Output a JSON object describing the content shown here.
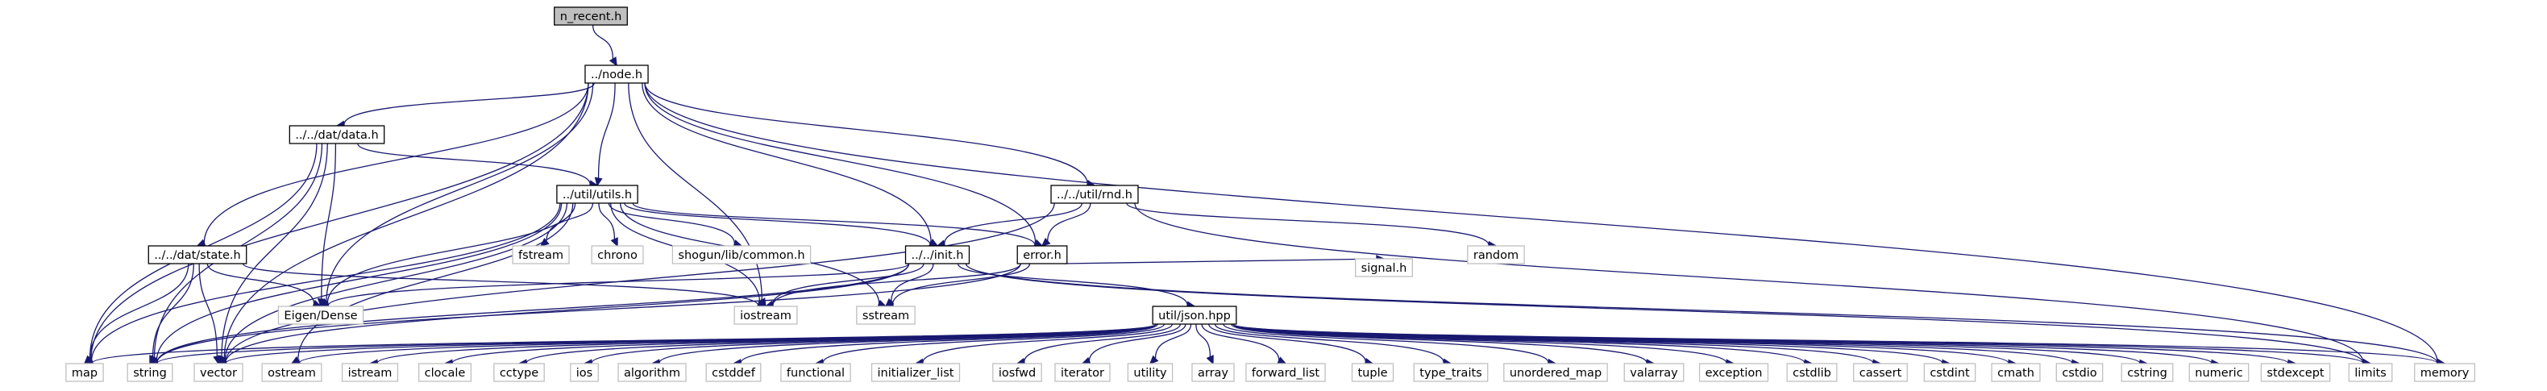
{
  "graph": {
    "edge_color": "#191970",
    "root_fill": "#bfbfbf",
    "external_border": "#bfbfbf",
    "nodes": {
      "n_recent": {
        "label": "n_recent.h",
        "kind": "root"
      },
      "node": {
        "label": "../node.h",
        "kind": "local"
      },
      "data": {
        "label": "../../dat/data.h",
        "kind": "local"
      },
      "utils": {
        "label": "../util/utils.h",
        "kind": "local"
      },
      "rnd": {
        "label": "../../util/rnd.h",
        "kind": "local"
      },
      "state": {
        "label": "../../dat/state.h",
        "kind": "local"
      },
      "init": {
        "label": "../../init.h",
        "kind": "local"
      },
      "error": {
        "label": "error.h",
        "kind": "local"
      },
      "json": {
        "label": "util/json.hpp",
        "kind": "local"
      },
      "fstream": {
        "label": "fstream",
        "kind": "system"
      },
      "chrono": {
        "label": "chrono",
        "kind": "system"
      },
      "shogun": {
        "label": "shogun/lib/common.h",
        "kind": "system"
      },
      "random": {
        "label": "random",
        "kind": "system"
      },
      "signal": {
        "label": "signal.h",
        "kind": "system"
      },
      "eigen": {
        "label": "Eigen/Dense",
        "kind": "system"
      },
      "iostream": {
        "label": "iostream",
        "kind": "system"
      },
      "sstream": {
        "label": "sstream",
        "kind": "system"
      },
      "map": {
        "label": "map",
        "kind": "system"
      },
      "string": {
        "label": "string",
        "kind": "system"
      },
      "vector": {
        "label": "vector",
        "kind": "system"
      },
      "ostream": {
        "label": "ostream",
        "kind": "system"
      },
      "istream": {
        "label": "istream",
        "kind": "system"
      },
      "clocale": {
        "label": "clocale",
        "kind": "system"
      },
      "cctype": {
        "label": "cctype",
        "kind": "system"
      },
      "ios": {
        "label": "ios",
        "kind": "system"
      },
      "algorithm": {
        "label": "algorithm",
        "kind": "system"
      },
      "cstddef": {
        "label": "cstddef",
        "kind": "system"
      },
      "functional": {
        "label": "functional",
        "kind": "system"
      },
      "initializer_list": {
        "label": "initializer_list",
        "kind": "system"
      },
      "iosfwd": {
        "label": "iosfwd",
        "kind": "system"
      },
      "iterator": {
        "label": "iterator",
        "kind": "system"
      },
      "utility": {
        "label": "utility",
        "kind": "system"
      },
      "array": {
        "label": "array",
        "kind": "system"
      },
      "forward_list": {
        "label": "forward_list",
        "kind": "system"
      },
      "tuple": {
        "label": "tuple",
        "kind": "system"
      },
      "type_traits": {
        "label": "type_traits",
        "kind": "system"
      },
      "unordered_map": {
        "label": "unordered_map",
        "kind": "system"
      },
      "valarray": {
        "label": "valarray",
        "kind": "system"
      },
      "exception": {
        "label": "exception",
        "kind": "system"
      },
      "cstdlib": {
        "label": "cstdlib",
        "kind": "system"
      },
      "cassert": {
        "label": "cassert",
        "kind": "system"
      },
      "cstdint": {
        "label": "cstdint",
        "kind": "system"
      },
      "cmath": {
        "label": "cmath",
        "kind": "system"
      },
      "cstdio": {
        "label": "cstdio",
        "kind": "system"
      },
      "cstring": {
        "label": "cstring",
        "kind": "system"
      },
      "numeric": {
        "label": "numeric",
        "kind": "system"
      },
      "stdexcept": {
        "label": "stdexcept",
        "kind": "system"
      },
      "limits": {
        "label": "limits",
        "kind": "system"
      },
      "memory": {
        "label": "memory",
        "kind": "system"
      }
    },
    "edges": [
      [
        "n_recent",
        "node"
      ],
      [
        "node",
        "data"
      ],
      [
        "node",
        "utils"
      ],
      [
        "node",
        "rnd"
      ],
      [
        "node",
        "state"
      ],
      [
        "node",
        "init"
      ],
      [
        "node",
        "error"
      ],
      [
        "node",
        "map"
      ],
      [
        "node",
        "eigen"
      ],
      [
        "node",
        "iostream"
      ],
      [
        "node",
        "vector"
      ],
      [
        "node",
        "memory"
      ],
      [
        "data",
        "utils"
      ],
      [
        "data",
        "eigen"
      ],
      [
        "data",
        "map"
      ],
      [
        "data",
        "string"
      ],
      [
        "data",
        "vector"
      ],
      [
        "utils",
        "fstream"
      ],
      [
        "utils",
        "chrono"
      ],
      [
        "utils",
        "shogun"
      ],
      [
        "utils",
        "init"
      ],
      [
        "utils",
        "error"
      ],
      [
        "utils",
        "eigen"
      ],
      [
        "utils",
        "iostream"
      ],
      [
        "utils",
        "map"
      ],
      [
        "utils",
        "vector"
      ],
      [
        "utils",
        "string"
      ],
      [
        "utils",
        "sstream"
      ],
      [
        "utils",
        "ostream"
      ],
      [
        "rnd",
        "init"
      ],
      [
        "rnd",
        "error"
      ],
      [
        "rnd",
        "random"
      ],
      [
        "rnd",
        "vector"
      ],
      [
        "rnd",
        "limits"
      ],
      [
        "state",
        "eigen"
      ],
      [
        "state",
        "iostream"
      ],
      [
        "state",
        "map"
      ],
      [
        "state",
        "string"
      ],
      [
        "state",
        "vector"
      ],
      [
        "init",
        "eigen"
      ],
      [
        "init",
        "iostream"
      ],
      [
        "init",
        "sstream"
      ],
      [
        "init",
        "json"
      ],
      [
        "init",
        "string"
      ],
      [
        "init",
        "vector"
      ],
      [
        "init",
        "limits"
      ],
      [
        "init",
        "memory"
      ],
      [
        "error",
        "iostream"
      ],
      [
        "error",
        "sstream"
      ],
      [
        "error",
        "signal"
      ],
      [
        "error",
        "string"
      ],
      [
        "json",
        "map"
      ],
      [
        "json",
        "string"
      ],
      [
        "json",
        "vector"
      ],
      [
        "json",
        "ostream"
      ],
      [
        "json",
        "istream"
      ],
      [
        "json",
        "clocale"
      ],
      [
        "json",
        "cctype"
      ],
      [
        "json",
        "ios"
      ],
      [
        "json",
        "algorithm"
      ],
      [
        "json",
        "cstddef"
      ],
      [
        "json",
        "functional"
      ],
      [
        "json",
        "initializer_list"
      ],
      [
        "json",
        "iosfwd"
      ],
      [
        "json",
        "iterator"
      ],
      [
        "json",
        "utility"
      ],
      [
        "json",
        "array"
      ],
      [
        "json",
        "forward_list"
      ],
      [
        "json",
        "tuple"
      ],
      [
        "json",
        "type_traits"
      ],
      [
        "json",
        "unordered_map"
      ],
      [
        "json",
        "valarray"
      ],
      [
        "json",
        "exception"
      ],
      [
        "json",
        "cstdlib"
      ],
      [
        "json",
        "cassert"
      ],
      [
        "json",
        "cstdint"
      ],
      [
        "json",
        "cmath"
      ],
      [
        "json",
        "cstdio"
      ],
      [
        "json",
        "cstring"
      ],
      [
        "json",
        "numeric"
      ],
      [
        "json",
        "stdexcept"
      ],
      [
        "json",
        "limits"
      ],
      [
        "json",
        "memory"
      ]
    ]
  }
}
